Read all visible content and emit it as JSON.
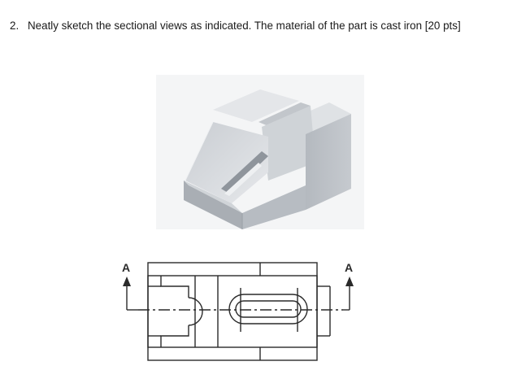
{
  "question": {
    "number": "2.",
    "text": "Neatly sketch the sectional views as indicated. The material of the part is cast iron [20 pts]"
  },
  "section_marks": {
    "left_label": "A",
    "right_label": "A"
  },
  "colors": {
    "text": "#1a1a1a",
    "line": "#2a2a2a",
    "part_light": "#d6dade",
    "part_mid": "#b9bec4",
    "part_dark": "#9aa0a7"
  }
}
